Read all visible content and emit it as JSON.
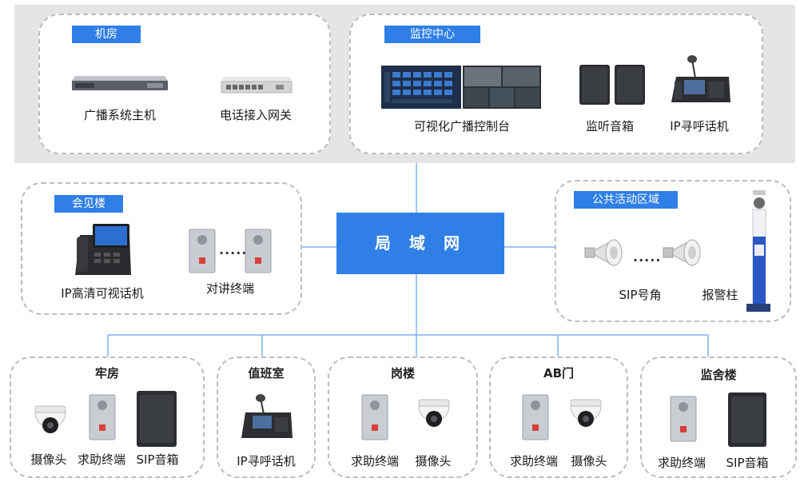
{
  "lan": {
    "label": "局 域 网"
  },
  "zones": {
    "machine_room": {
      "label": "机房",
      "devices": [
        "广播系统主机",
        "电话接入网关"
      ]
    },
    "monitor_center": {
      "label": "监控中心",
      "devices": [
        "可视化广播控制台",
        "监听音箱",
        "IP寻呼话机"
      ]
    },
    "meeting_building": {
      "label": "会见楼",
      "devices": [
        "IP高清可视话机",
        "对讲终端"
      ],
      "ellipsis": "....."
    },
    "public_area": {
      "label": "公共活动区域",
      "devices": [
        "SIP号角",
        "报警柱"
      ],
      "ellipsis": "....."
    },
    "cell": {
      "label": "牢房",
      "devices": [
        "摄像头",
        "求助终端",
        "SIP音箱"
      ]
    },
    "duty_room": {
      "label": "值班室",
      "devices": [
        "IP寻呼话机"
      ]
    },
    "post_building": {
      "label": "岗楼",
      "devices": [
        "求助终端",
        "摄像头"
      ]
    },
    "ab_gate": {
      "label": "AB门",
      "devices": [
        "求助终端",
        "摄像头"
      ]
    },
    "dorm_building": {
      "label": "监舍楼",
      "devices": [
        "求助终端",
        "SIP音箱"
      ]
    }
  },
  "colors": {
    "accent": "#2f7fe6",
    "link": "#7fb2ef",
    "dash": "#bdbdbd",
    "band": "#e5e5e5"
  }
}
